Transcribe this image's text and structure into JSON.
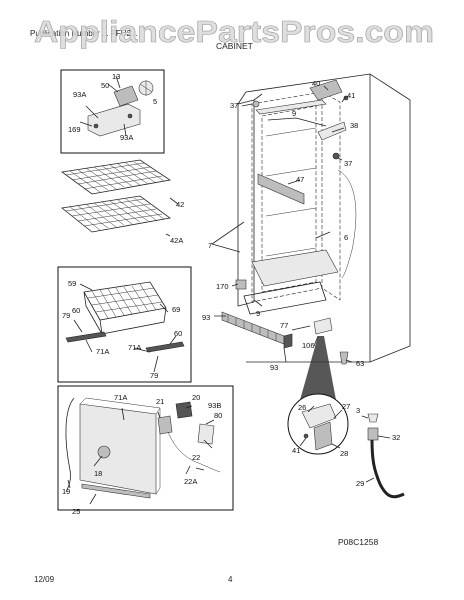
{
  "header": {
    "partial_text": "Publication Number ... FFU2...",
    "section": "CABINET",
    "watermark": "AppliancePartsPros.com"
  },
  "footer": {
    "date": "12/09",
    "page": "4",
    "diagram_code": "P08C1258"
  },
  "callouts": {
    "c13": "13",
    "c50": "50",
    "c5": "5",
    "c93A": "93A",
    "c169": "169",
    "c93A_2": "93A",
    "c42": "42",
    "c42A": "42A",
    "c59": "59",
    "c69": "69",
    "c60": "60",
    "c79": "79",
    "c71A": "71A",
    "c60b": "60",
    "c71Ab": "71A",
    "c79b": "79",
    "c71A_box": "71A",
    "c21": "21",
    "c20": "20",
    "c93B": "93B",
    "c80": "80",
    "c18": "18",
    "c22": "22",
    "c22A": "22A",
    "c19": "19",
    "c25": "25",
    "c40": "40",
    "c41": "41",
    "c37": "37",
    "c9": "9",
    "c38": "38",
    "c37b": "37",
    "c47": "47",
    "c7": "7",
    "c6": "6",
    "c170": "170",
    "c93": "93",
    "c9b": "9",
    "c77": "77",
    "c106": "106",
    "c93b": "93",
    "c63": "63",
    "c26": "26",
    "c3": "3",
    "c27": "27",
    "c32": "32",
    "c41b": "41",
    "c28": "28",
    "c29": "29"
  }
}
